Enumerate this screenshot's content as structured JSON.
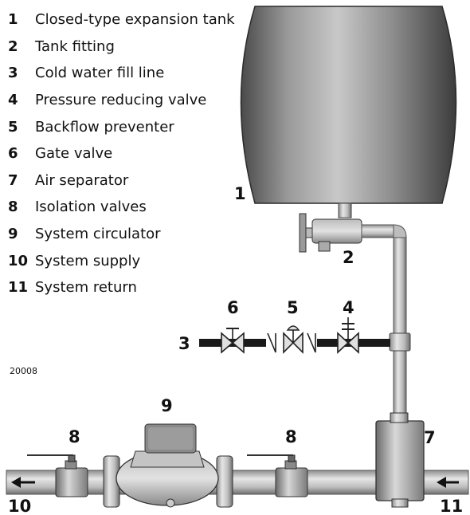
{
  "legend": [
    {
      "num": "1",
      "label": "Closed-type expansion tank"
    },
    {
      "num": "2",
      "label": "Tank fitting"
    },
    {
      "num": "3",
      "label": "Cold water fill line"
    },
    {
      "num": "4",
      "label": "Pressure reducing valve"
    },
    {
      "num": "5",
      "label": "Backflow preventer"
    },
    {
      "num": "6",
      "label": "Gate valve"
    },
    {
      "num": "7",
      "label": "Air separator"
    },
    {
      "num": "8",
      "label": "Isolation valves"
    },
    {
      "num": "9",
      "label": "System circulator"
    },
    {
      "num": "10",
      "label": "System supply"
    },
    {
      "num": "11",
      "label": "System return"
    }
  ],
  "drawing_id": "20008",
  "callouts": {
    "tank": "1",
    "fitting": "2",
    "fill_line": "3",
    "prv": "4",
    "backflow": "5",
    "gate": "6",
    "separator": "7",
    "iso_left": "8",
    "iso_right": "8",
    "circulator": "9",
    "supply": "10",
    "return": "11"
  }
}
